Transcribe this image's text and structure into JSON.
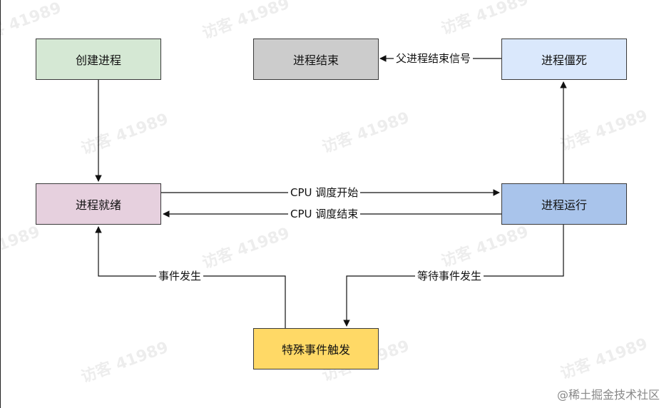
{
  "nodes": {
    "create": {
      "label": "创建进程",
      "fill": "#d5e8d4"
    },
    "end": {
      "label": "进程结束",
      "fill": "#cccccc"
    },
    "zombie": {
      "label": "进程僵死",
      "fill": "#dae8fc"
    },
    "ready": {
      "label": "进程就绪",
      "fill": "#e6d0de"
    },
    "running": {
      "label": "进程运行",
      "fill": "#a9c4eb"
    },
    "event": {
      "label": "特殊事件触发",
      "fill": "#ffd966"
    }
  },
  "edges": {
    "parent_signal": "父进程结束信号",
    "cpu_start": "CPU 调度开始",
    "cpu_end": "CPU 调度结束",
    "event_occurs": "事件发生",
    "wait_event": "等待事件发生"
  },
  "watermark": "访客 41989",
  "credit": "@稀土掘金技术社区"
}
